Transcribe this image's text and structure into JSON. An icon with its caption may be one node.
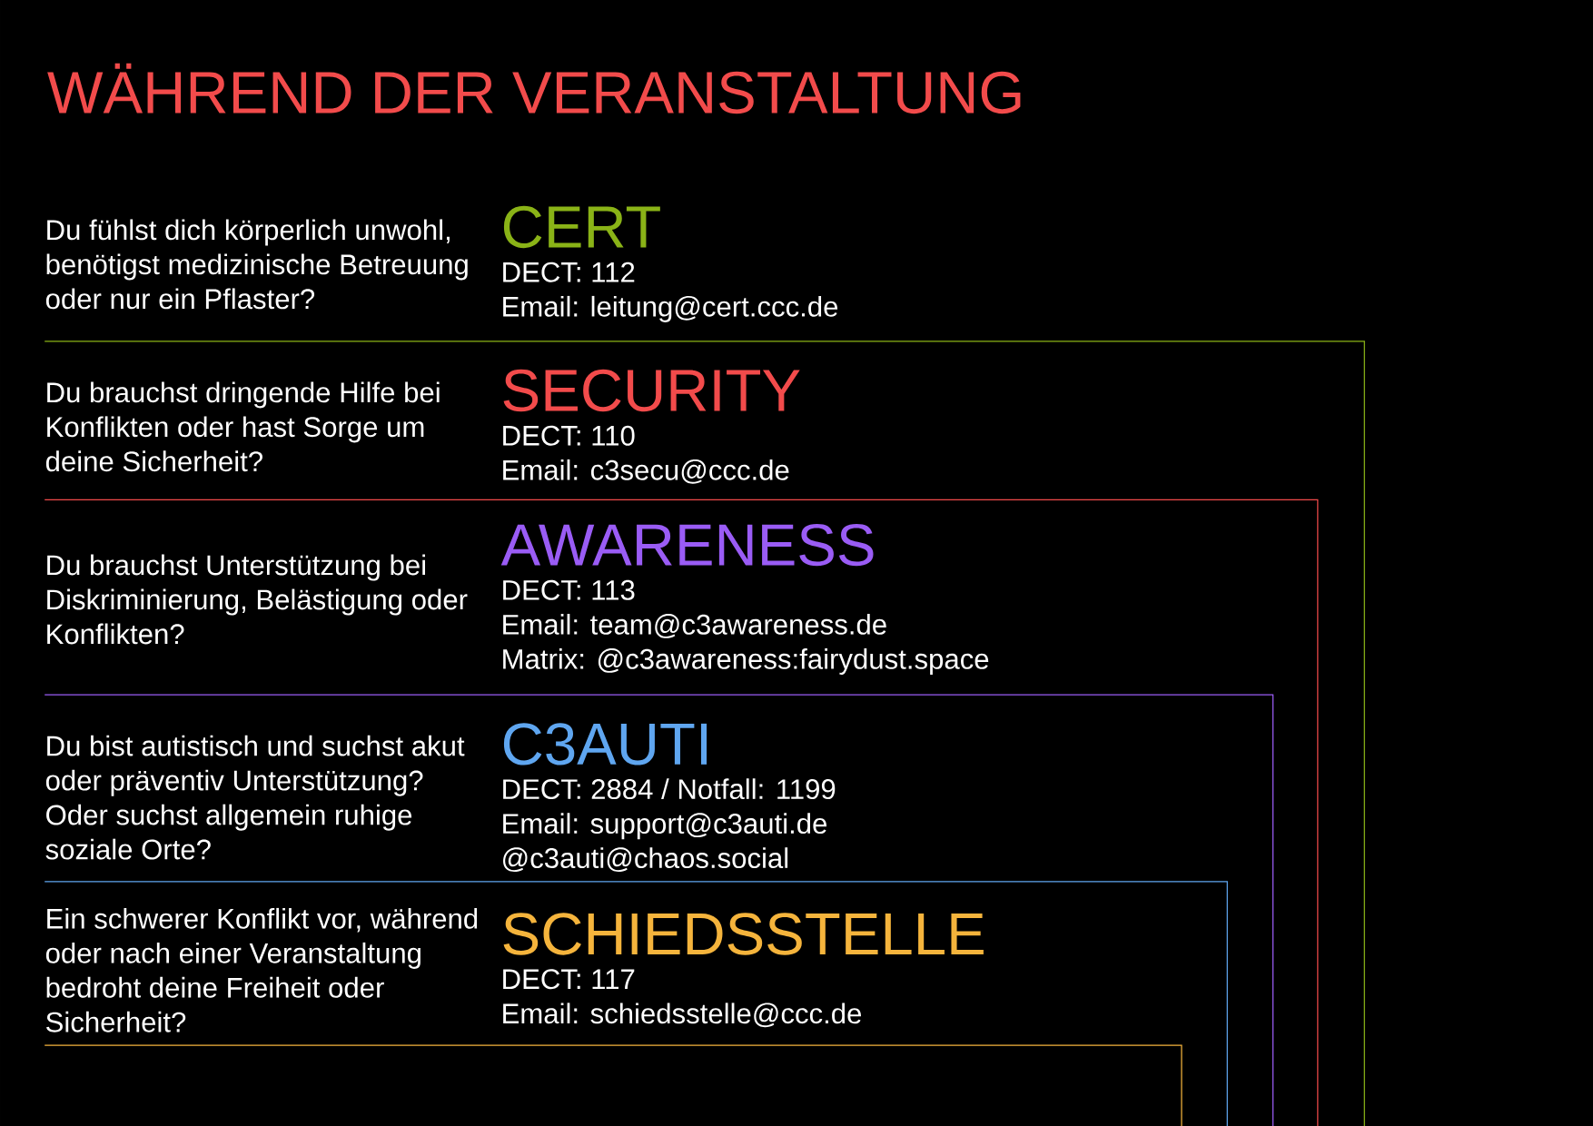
{
  "diagram": {
    "title": "WÄHREND DER VERANSTALTUNG",
    "nodes": [
      {
        "text": [
          "Du fühlst dich körperlich unwohl, benötigst medizinische Betreuung oder nur ein Pflaster?",
          "CERT",
          "DECT: 112",
          "Email: leitung@cert.ccc.de"
        ]
      },
      {
        "text": [
          "Du brauchst dringende Hilfe bei Konflikten oder hast Sorge um deine Sicherheit?",
          "SECURITY",
          "DECT: 110",
          "Email: c3secu@ccc.de"
        ]
      },
      {
        "text": [
          "Du brauchst Unterstützung bei Diskriminierung, Belästigung oder Konflikten?",
          "AWARENESS",
          "DECT: 113",
          "Email: team@c3awareness.de",
          "Matrix: @c3awareness:fairydust.space"
        ]
      },
      {
        "text": [
          "Du bist autistisch und suchst akut oder präventiv Unterstützung? Oder suchst allgemein ruhige soziale Orte?",
          "C3AUTI",
          "DECT: 2884 / Notfall: 1199",
          "Email: support@c3auti.de",
          "@c3auti@chaos.social"
        ]
      },
      {
        "text": [
          "Ein schwerer Konflikt vor, während oder nach einer Veranstaltung bedroht deine Freiheit oder Sicherheit?",
          "SCHIEDSSTELLE",
          "DECT: 117",
          "Email: schiedsstelle@ccc.de"
        ]
      }
    ]
  }
}
